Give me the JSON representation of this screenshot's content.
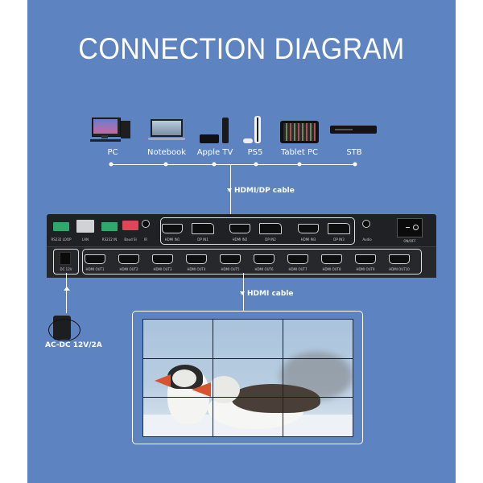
{
  "title": "CONNECTION DIAGRAM",
  "sources": [
    {
      "label": "PC",
      "icon": "desktop-pc-icon"
    },
    {
      "label": "Notebook",
      "icon": "laptop-icon"
    },
    {
      "label": "Apple TV",
      "icon": "apple-tv-icon"
    },
    {
      "label": "PS5",
      "icon": "game-console-icon"
    },
    {
      "label": "Tablet PC",
      "icon": "tablet-icon"
    },
    {
      "label": "STB",
      "icon": "set-top-box-icon"
    }
  ],
  "input_cable_label": "HDMI/DP cable",
  "output_cable_label": "HDMI cable",
  "device": {
    "rear_top_ports": [
      {
        "label": "RS232 LOOP",
        "type": "terminal"
      },
      {
        "label": "LAN",
        "type": "rj45"
      },
      {
        "label": "RS232 IN",
        "type": "terminal"
      },
      {
        "label": "Baud SI",
        "type": "dip"
      },
      {
        "label": "IR",
        "type": "jack"
      }
    ],
    "inputs": [
      {
        "label": "HDMI IN1",
        "type": "hdmi"
      },
      {
        "label": "DP IN1",
        "type": "dp"
      },
      {
        "label": "HDMI IN2",
        "type": "hdmi"
      },
      {
        "label": "DP IN2",
        "type": "dp"
      },
      {
        "label": "HDMI IN3",
        "type": "hdmi"
      },
      {
        "label": "DP IN3",
        "type": "dp"
      }
    ],
    "audio_label": "Audio",
    "power_switch_label": "ON/OFF",
    "dc_label": "DC 12V",
    "outputs": [
      "HDMI OUT1",
      "HDMI OUT2",
      "HDMI OUT3",
      "HDMI OUT4",
      "HDMI OUT5",
      "HDMI OUT6",
      "HDMI OUT7",
      "HDMI OUT8",
      "HDMI OUT9",
      "HDMI OUT10"
    ]
  },
  "adapter_label": "AC-DC 12V/2A",
  "video_wall": {
    "rows": 3,
    "cols": 3,
    "content": "puffins-image"
  }
}
